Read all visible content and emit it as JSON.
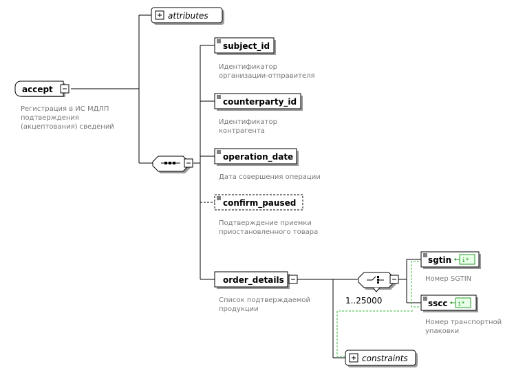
{
  "root": {
    "name": "accept",
    "annotation": [
      "Регистрация в ИС МДЛП",
      "подтверждения",
      "(акцептования) сведений"
    ]
  },
  "attributes_label": "attributes",
  "elements": {
    "subject_id": {
      "name": "subject_id",
      "annotation": [
        "Идентификатор",
        "организации-отправителя"
      ]
    },
    "counterparty_id": {
      "name": "counterparty_id",
      "annotation": [
        "Идентификатор",
        "контрагента"
      ]
    },
    "operation_date": {
      "name": "operation_date",
      "annotation": [
        "Дата совершения операции"
      ]
    },
    "confirm_paused": {
      "name": "confirm_paused",
      "optional": true,
      "annotation": [
        "Подтверждение приемки",
        "приостановленного товара"
      ]
    },
    "order_details": {
      "name": "order_details",
      "annotation": [
        "Список подтверждаемой",
        "продукции"
      ]
    }
  },
  "choice": {
    "occurrence": "1..25000"
  },
  "sgtin": {
    "name": "sgtin",
    "annotation": [
      "Номер SGTIN"
    ]
  },
  "sscc": {
    "name": "sscc",
    "annotation": [
      "Номер транспортной",
      "упаковки"
    ]
  },
  "constraints_label": "constraints",
  "colors": {
    "line": "#000000",
    "annotation": "#777777",
    "key_link": "#33bb33",
    "shadow": "#9a9a9a"
  }
}
